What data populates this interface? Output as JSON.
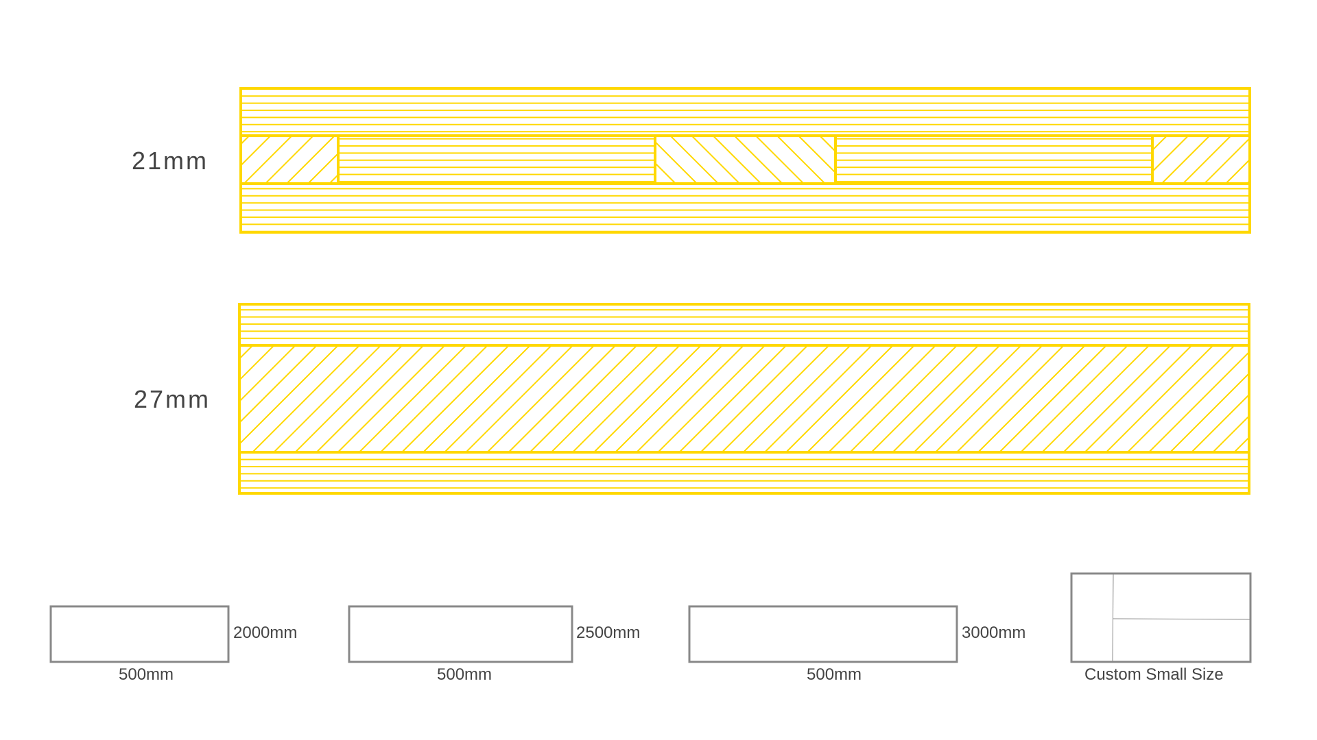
{
  "colors": {
    "wood": "#FFD800",
    "outline": "#888888",
    "text": "#444444"
  },
  "panels": [
    {
      "thickness_label": "21mm"
    },
    {
      "thickness_label": "27mm"
    }
  ],
  "sizes": [
    {
      "length": "2000mm",
      "width": "500mm"
    },
    {
      "length": "2500mm",
      "width": "500mm"
    },
    {
      "length": "3000mm",
      "width": "500mm"
    },
    {
      "label": "Custom Small Size"
    }
  ]
}
